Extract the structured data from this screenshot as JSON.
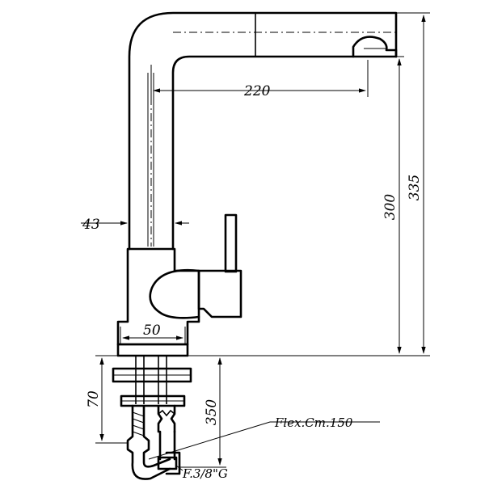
{
  "dimensions": {
    "spout_reach": "220",
    "spout_height": "300",
    "total_height": "335",
    "body_diameter": "43",
    "base_diameter": "50",
    "mount_depth": "70",
    "hose_length": "350"
  },
  "notes": {
    "flex_hose": "Flex.Cm.150",
    "connection": "F.3/8\"G"
  }
}
